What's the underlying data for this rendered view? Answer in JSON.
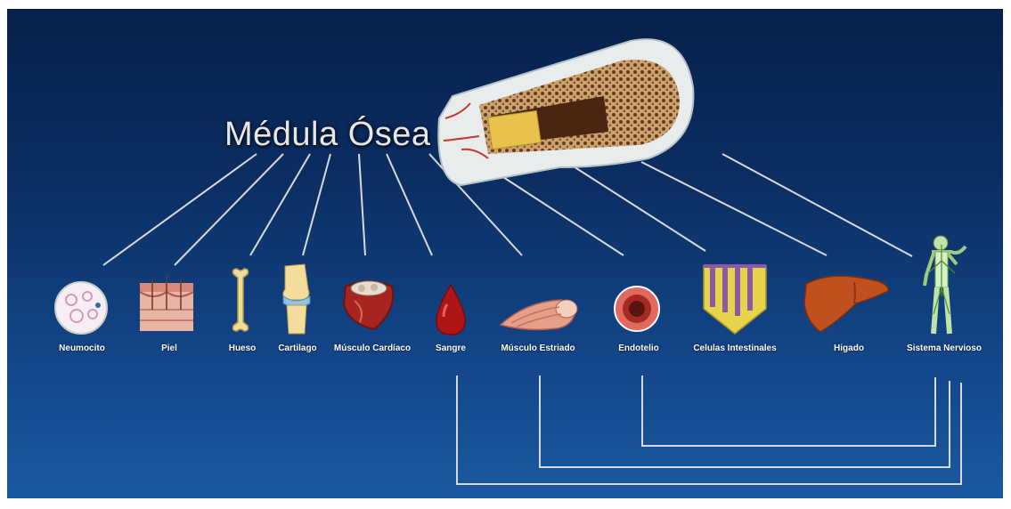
{
  "title": "Médula Ósea",
  "nodes": [
    {
      "id": "neumocito",
      "label": "Neumocito",
      "icon": "neumocito-cell-icon"
    },
    {
      "id": "piel",
      "label": "Piel",
      "icon": "skin-section-icon"
    },
    {
      "id": "hueso",
      "label": "Hueso",
      "icon": "bone-icon"
    },
    {
      "id": "cartilago",
      "label": "Cartilago",
      "icon": "knee-cartilage-icon"
    },
    {
      "id": "musculo-cardiaco",
      "label": "Músculo Cardíaco",
      "icon": "heart-muscle-icon"
    },
    {
      "id": "sangre",
      "label": "Sangre",
      "icon": "blood-drop-icon"
    },
    {
      "id": "musculo-estriado",
      "label": "Músculo Estriado",
      "icon": "striated-muscle-icon"
    },
    {
      "id": "endotelio",
      "label": "Endotelio",
      "icon": "blood-vessel-icon"
    },
    {
      "id": "celulas-intestinales",
      "label": "Celulas Intestinales",
      "icon": "intestinal-villi-icon"
    },
    {
      "id": "higado",
      "label": "Higado",
      "icon": "liver-icon"
    },
    {
      "id": "sistema-nervioso",
      "label": "Sistema Nervioso",
      "icon": "nervous-system-icon"
    }
  ],
  "edges_from_marrow": [
    "neumocito",
    "piel",
    "hueso",
    "cartilago",
    "musculo-cardiaco",
    "sangre",
    "musculo-estriado",
    "endotelio",
    "celulas-intestinales",
    "higado",
    "sistema-nervioso"
  ],
  "edges_to_nervous_system": [
    "sangre",
    "musculo-estriado",
    "endotelio"
  ],
  "colors": {
    "background_top": "#07204a",
    "background_bottom": "#1a5aa0",
    "line": "#d8d8d8",
    "label": "#ffffff"
  }
}
